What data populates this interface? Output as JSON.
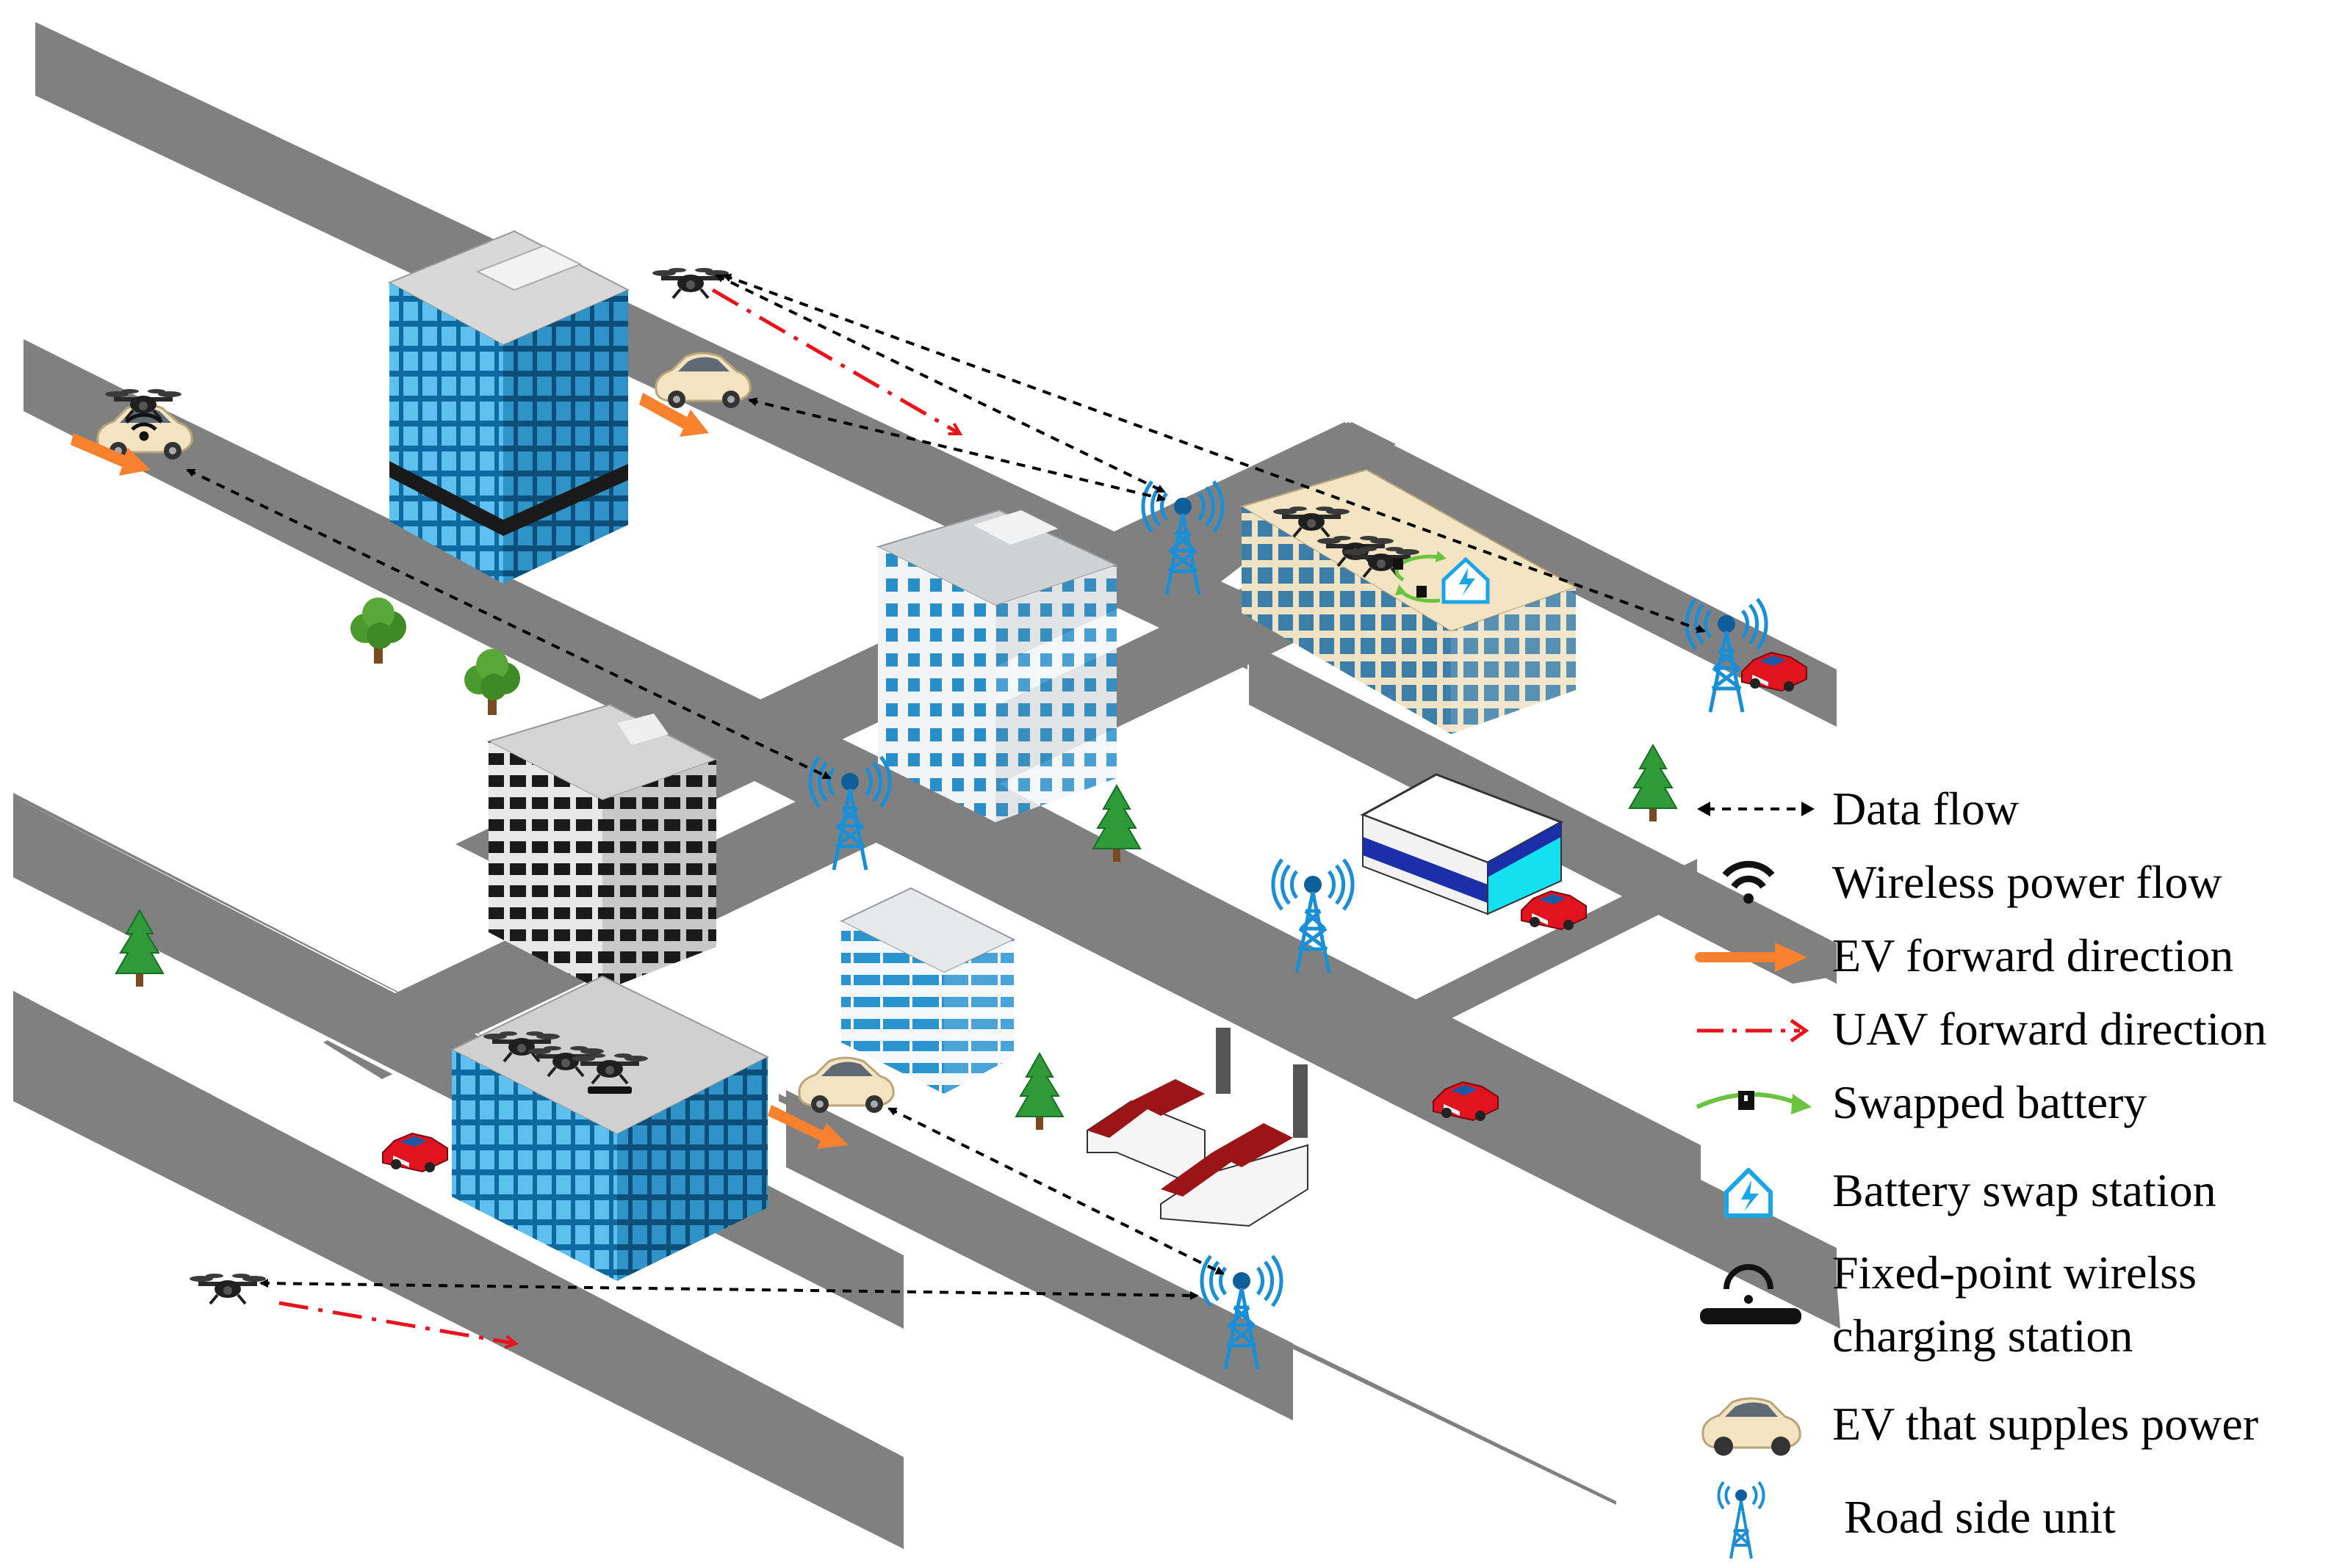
{
  "legend": {
    "data_flow": "Data flow",
    "wireless_power_flow": "Wireless power flow",
    "ev_forward_direction": "EV forward direction",
    "uav_forward_direction": "UAV forward direction",
    "swapped_battery": "Swapped battery",
    "battery_swap_station": "Battery swap station",
    "fixed_point_line1": "Fixed-point wirelss",
    "fixed_point_line2": "charging station",
    "ev_supplies_power": "EV that supples power",
    "road_side_unit": "Road side unit"
  },
  "colors": {
    "road": "#808080",
    "data_flow": "#000000",
    "ev_arrow": "#f7812f",
    "uav_arrow": "#e8141b",
    "battery_arrow": "#6bc43f",
    "rsu": "#1b8fd6",
    "glass_building": "#1e88c4",
    "ev_car": "#f3e3c0",
    "red_car": "#e0141e"
  },
  "icons": [
    "drone-icon",
    "ev-car-icon",
    "red-car-icon",
    "rsu-tower-icon",
    "tree-icon",
    "battery-swap-station-icon",
    "charging-pad-icon"
  ]
}
